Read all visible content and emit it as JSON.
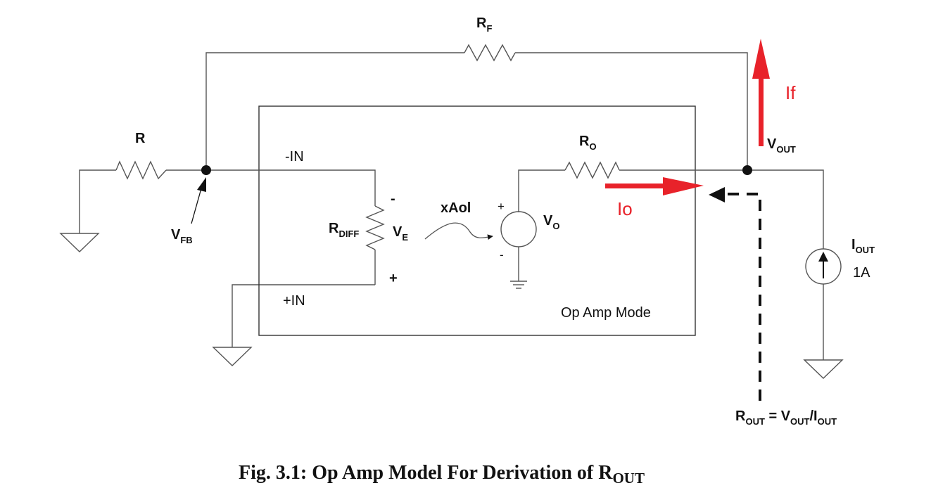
{
  "figure": {
    "caption_main": "Fig. 3.1: Op Amp Model For Derivation of R",
    "caption_sub": "OUT"
  },
  "labels": {
    "rf_main": "R",
    "rf_sub": "F",
    "r": "R",
    "ro_main": "R",
    "ro_sub": "O",
    "vout_main": "V",
    "vout_sub": "OUT",
    "vfb_main": "V",
    "vfb_sub": "FB",
    "minus_in": "-IN",
    "plus_in": "+IN",
    "rdiff_main": "R",
    "rdiff_sub": "DIFF",
    "ve_main": "V",
    "ve_sub": "E",
    "minus_sign": "-",
    "plus_sign": "+",
    "xaol": "xAol",
    "vo_plus": "+",
    "vo_minus": "-",
    "vo_main": "V",
    "vo_sub": "O",
    "opamp_box": "Op Amp Mode",
    "iout_main": "I",
    "iout_sub": "OUT",
    "iout_value": "1A",
    "if": "If",
    "io": "Io",
    "rout_eq": {
      "a_main": "R",
      "a_sub": "OUT",
      "b": " = V",
      "b_sub": "OUT",
      "c": "/I",
      "c_sub": "OUT"
    }
  },
  "colors": {
    "wire": "#555555",
    "current_arrow": "#e8222a",
    "text": "#111111"
  }
}
